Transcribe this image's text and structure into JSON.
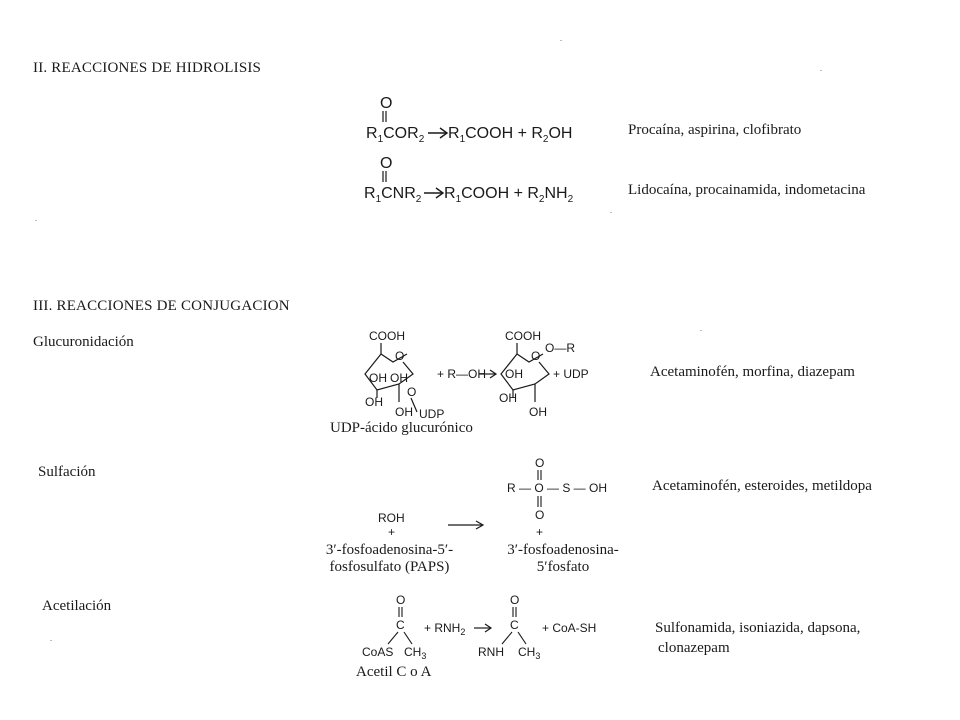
{
  "section2": {
    "title": "II.   REACCIONES DE HIDROLISIS",
    "reaction1": {
      "carbonyl_o": "O",
      "left": [
        "R",
        "1",
        "COR",
        "2"
      ],
      "right": [
        "R",
        "1",
        "COOH + R",
        "2",
        "OH"
      ],
      "drugs": "Procaína, aspirina, clofibrato"
    },
    "reaction2": {
      "carbonyl_o": "O",
      "left": [
        "R",
        "1",
        "CNR",
        "2"
      ],
      "right": [
        "R",
        "1",
        "COOH + R",
        "2",
        "NH",
        "2"
      ],
      "drugs": "Lidocaína, procainamida, indometacina"
    }
  },
  "section3": {
    "title": "III.   REACCIONES DE CONJUGACION",
    "glucuronidation": {
      "label": "Glucuronidación",
      "cooh": "COOH",
      "oh": "OH",
      "ring_o": "O",
      "udp_o": "O",
      "udp": "UDP",
      "plus_roh": "+ R—OH",
      "o_r": "O—R",
      "plus_udp": "+ UDP",
      "caption": "UDP-ácido glucurónico",
      "drugs": "Acetaminofén, morfina, diazepam"
    },
    "sulfation": {
      "label": "Sulfación",
      "roh": "ROH",
      "plus": "+",
      "paps_line1": "3′-fosfoadenosina-5′-",
      "paps_line2": "fosfosulfato (PAPS)",
      "sulfate": "R — O — S — OH",
      "o_atom": "O",
      "pap_line1": "3′-fosfoadenosina-",
      "pap_line2": "5′fosfato",
      "drugs": "Acetaminofén, esteroides, metildopa"
    },
    "acetylation": {
      "label": "Acetilación",
      "o_atom": "O",
      "c_atom": "C",
      "coas": "CoAS",
      "ch": "CH",
      "three": "3",
      "plus_rnh": "+ RNH",
      "two": "2",
      "rnh": "RNH",
      "plus_coash": "+ CoA-SH",
      "caption": "Acetil C o A",
      "drugs_line1": "Sulfonamida, isoniazida, dapsona,",
      "drugs_line2": "clonazepam"
    }
  }
}
